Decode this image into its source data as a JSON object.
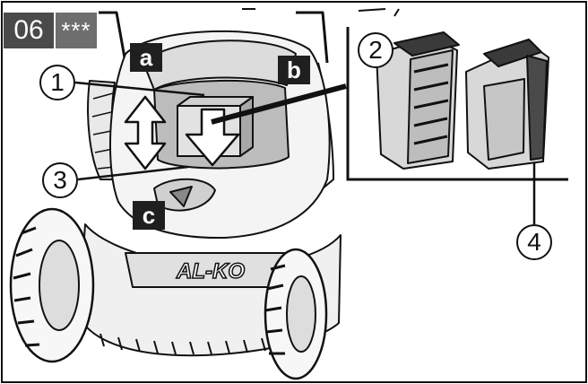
{
  "header": {
    "step_number": "06",
    "difficulty_stars": "***"
  },
  "markers": {
    "a": "a",
    "b": "b",
    "c": "c"
  },
  "callouts": {
    "c1": "1",
    "c2": "2",
    "c3": "3",
    "c4": "4"
  },
  "mower": {
    "brand_text": "AL-KO"
  },
  "icons": {
    "lift_arrow": "double-vertical-arrow-icon",
    "insert_arrow": "down-arrow-icon"
  },
  "colors": {
    "tag_dark": "#4a4a4a",
    "tag_mid": "#6e6e6e",
    "ink": "#111111",
    "battery_fill": "#d8d8d8",
    "battery_dark": "#3a3a3a"
  }
}
